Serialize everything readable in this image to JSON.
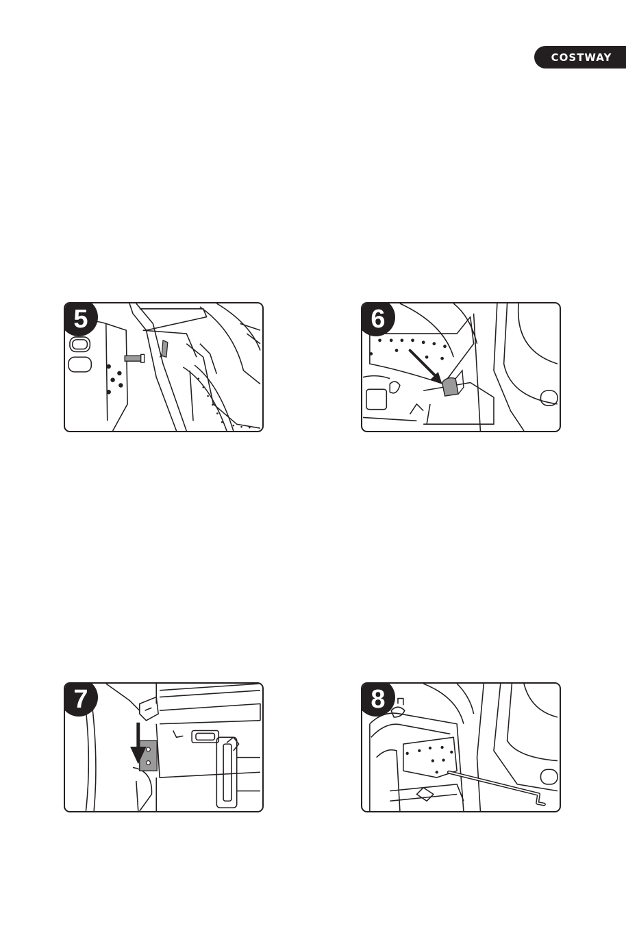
{
  "brand": {
    "name": "COSTWAY"
  },
  "steps": [
    {
      "number": "5"
    },
    {
      "number": "6"
    },
    {
      "number": "7"
    },
    {
      "number": "8"
    }
  ],
  "colors": {
    "ink": "#231f20",
    "highlight": "#9a9a9a",
    "background": "#ffffff"
  }
}
